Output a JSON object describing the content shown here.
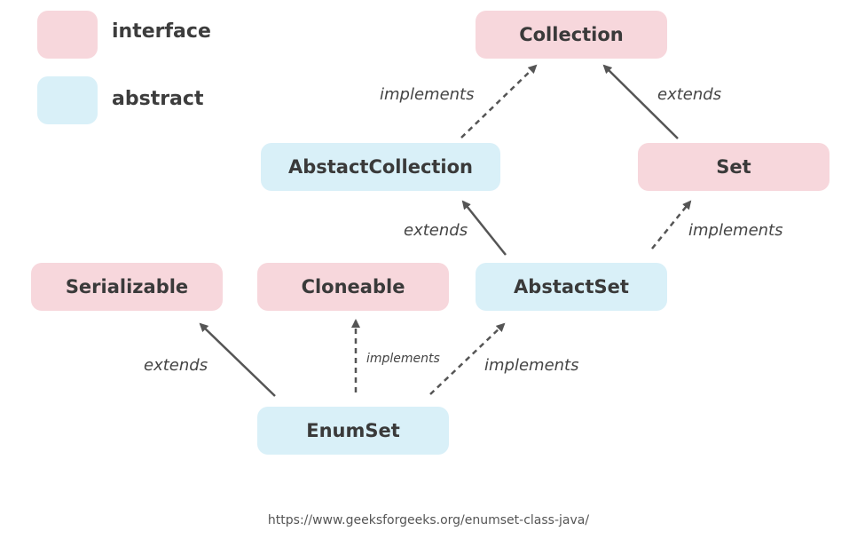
{
  "legend": {
    "interface_label": "interface",
    "abstract_label": "abstract"
  },
  "colors": {
    "interface": "#f7d7dc",
    "abstract": "#d9f0f8",
    "arrow": "#555555",
    "text": "#3a3a3a"
  },
  "nodes": {
    "collection": "Collection",
    "abstract_collection": "AbstactCollection",
    "set": "Set",
    "serializable": "Serializable",
    "cloneable": "Cloneable",
    "abstract_set": "AbstactSet",
    "enumset": "EnumSet"
  },
  "edges": {
    "abstractcollection_collection": "implements",
    "set_collection": "extends",
    "abstractset_abstractcollection": "extends",
    "abstractset_set": "implements",
    "enumset_serializable": "extends",
    "enumset_cloneable": "implements",
    "enumset_abstractset": "implements"
  },
  "source_url": "https://www.geeksforgeeks.org/enumset-class-java/"
}
